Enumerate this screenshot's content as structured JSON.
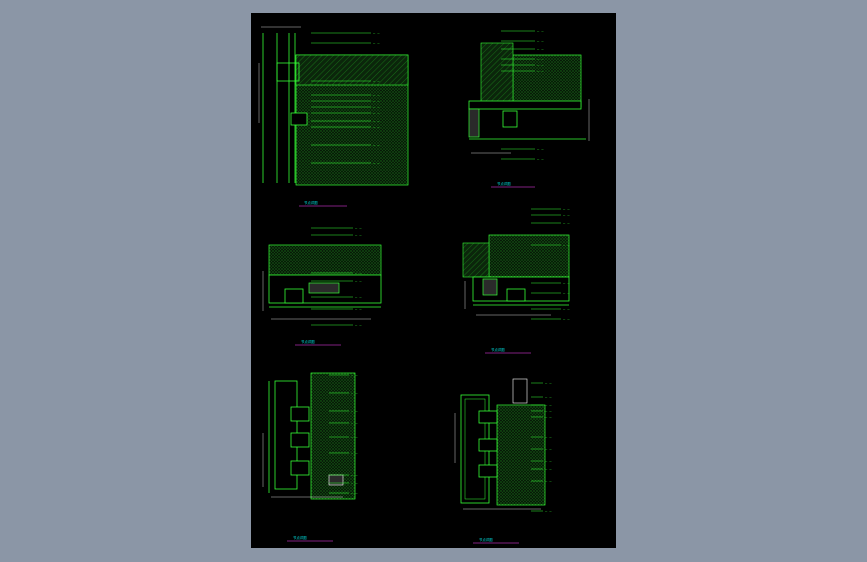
{
  "app": {
    "viewport_bg": "#8b96a6",
    "sheet_bg": "#000000"
  },
  "colors": {
    "structure": "#35ff35",
    "hatch": "#1f9d1f",
    "dimension": "#ffffff",
    "caption": "#00e0e0",
    "caption_underline": "#ff40ff",
    "frame_fill": "#2a2a2a"
  },
  "drawings": [
    {
      "id": "detail-1",
      "caption": "节点详图"
    },
    {
      "id": "detail-2",
      "caption": "节点详图"
    },
    {
      "id": "detail-3",
      "caption": "节点详图"
    },
    {
      "id": "detail-4",
      "caption": "节点详图"
    },
    {
      "id": "detail-5",
      "caption": "节点详图"
    },
    {
      "id": "detail-6",
      "caption": "节点详图"
    }
  ],
  "callout_text": "— —",
  "dim_text": "—"
}
